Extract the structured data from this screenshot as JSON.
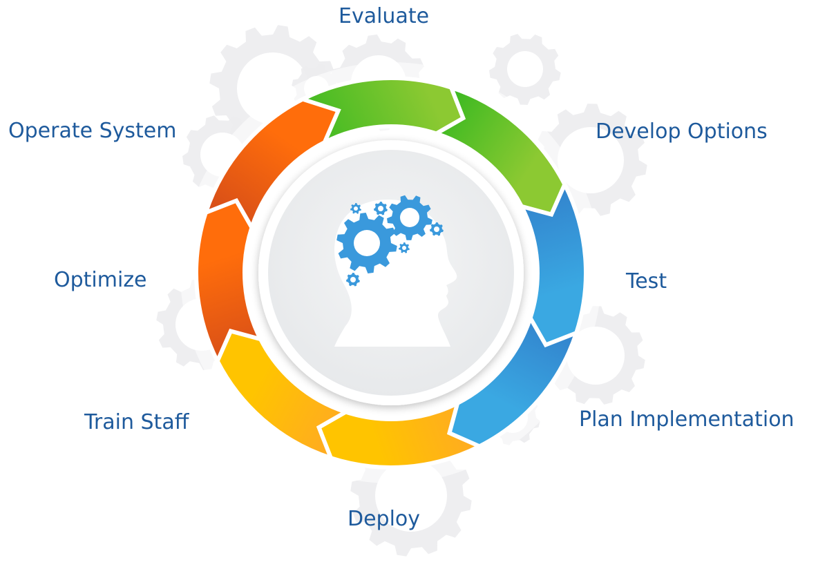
{
  "colors": {
    "label_text": "#1e5a9c",
    "gear_blue": "#3a99dc",
    "green_dark": "#22b41c",
    "green_light": "#8cc932",
    "blue_dark": "#2f74c4",
    "blue_light": "#3aa8e2",
    "orange_light": "#ffa12e",
    "yellow": "#ffc400",
    "red_dark": "#c9441d",
    "orange": "#ff6d0b",
    "background_gear": "#ececee",
    "center_disc": "#eceef0"
  },
  "icons": {
    "center": "head-with-gears-icon",
    "background": "gear-icon"
  },
  "stages": [
    {
      "label": "Evaluate"
    },
    {
      "label": "Develop Options"
    },
    {
      "label": "Test"
    },
    {
      "label": "Plan Implementation"
    },
    {
      "label": "Deploy"
    },
    {
      "label": "Train Staff"
    },
    {
      "label": "Optimize"
    },
    {
      "label": "Operate System"
    }
  ]
}
